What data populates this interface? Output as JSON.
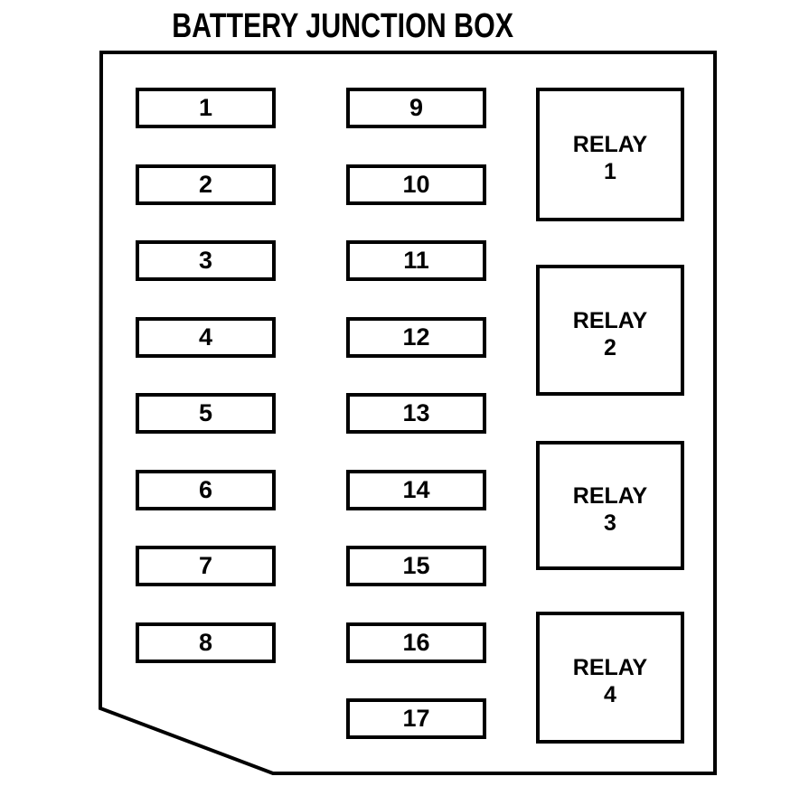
{
  "title": "BATTERY JUNCTION BOX",
  "fuse_box": {
    "left_fuses": [
      "1",
      "2",
      "3",
      "4",
      "5",
      "6",
      "7",
      "8"
    ],
    "middle_fuses": [
      "9",
      "10",
      "11",
      "12",
      "13",
      "14",
      "15",
      "16",
      "17"
    ],
    "relays": [
      {
        "label": "RELAY",
        "number": "1"
      },
      {
        "label": "RELAY",
        "number": "2"
      },
      {
        "label": "RELAY",
        "number": "3"
      },
      {
        "label": "RELAY",
        "number": "4"
      }
    ]
  },
  "colors": {
    "line": "#000000",
    "background": "#ffffff"
  }
}
